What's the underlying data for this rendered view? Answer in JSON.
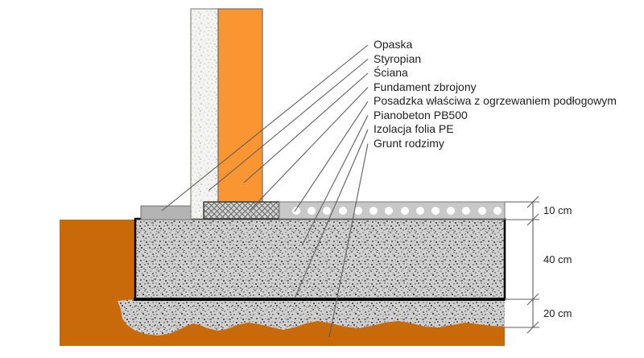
{
  "callouts": {
    "items": [
      {
        "label": "Opaska"
      },
      {
        "label": "Styropian"
      },
      {
        "label": "Ściana"
      },
      {
        "label": "Fundament zbrojony"
      },
      {
        "label": "Posadzka właściwa z ogrzewaniem podłogowym"
      },
      {
        "label": "Pianobeton PB500"
      },
      {
        "label": "Izolacja folia PE"
      },
      {
        "label": "Grunt rodzimy"
      }
    ]
  },
  "dimensions": {
    "items": [
      {
        "label": "10 cm"
      },
      {
        "label": "40 cm"
      },
      {
        "label": "20 cm"
      }
    ]
  },
  "colors": {
    "wall": "#fa9632",
    "soil": "#c8690a"
  }
}
